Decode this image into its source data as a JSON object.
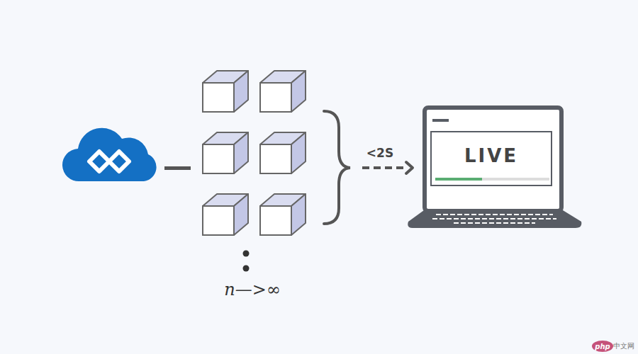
{
  "diagram": {
    "nodes": [
      {
        "text": [
          "LIVE"
        ]
      }
    ],
    "labels": [
      "<2S",
      "n—>∞",
      "php",
      "中文网"
    ]
  }
}
